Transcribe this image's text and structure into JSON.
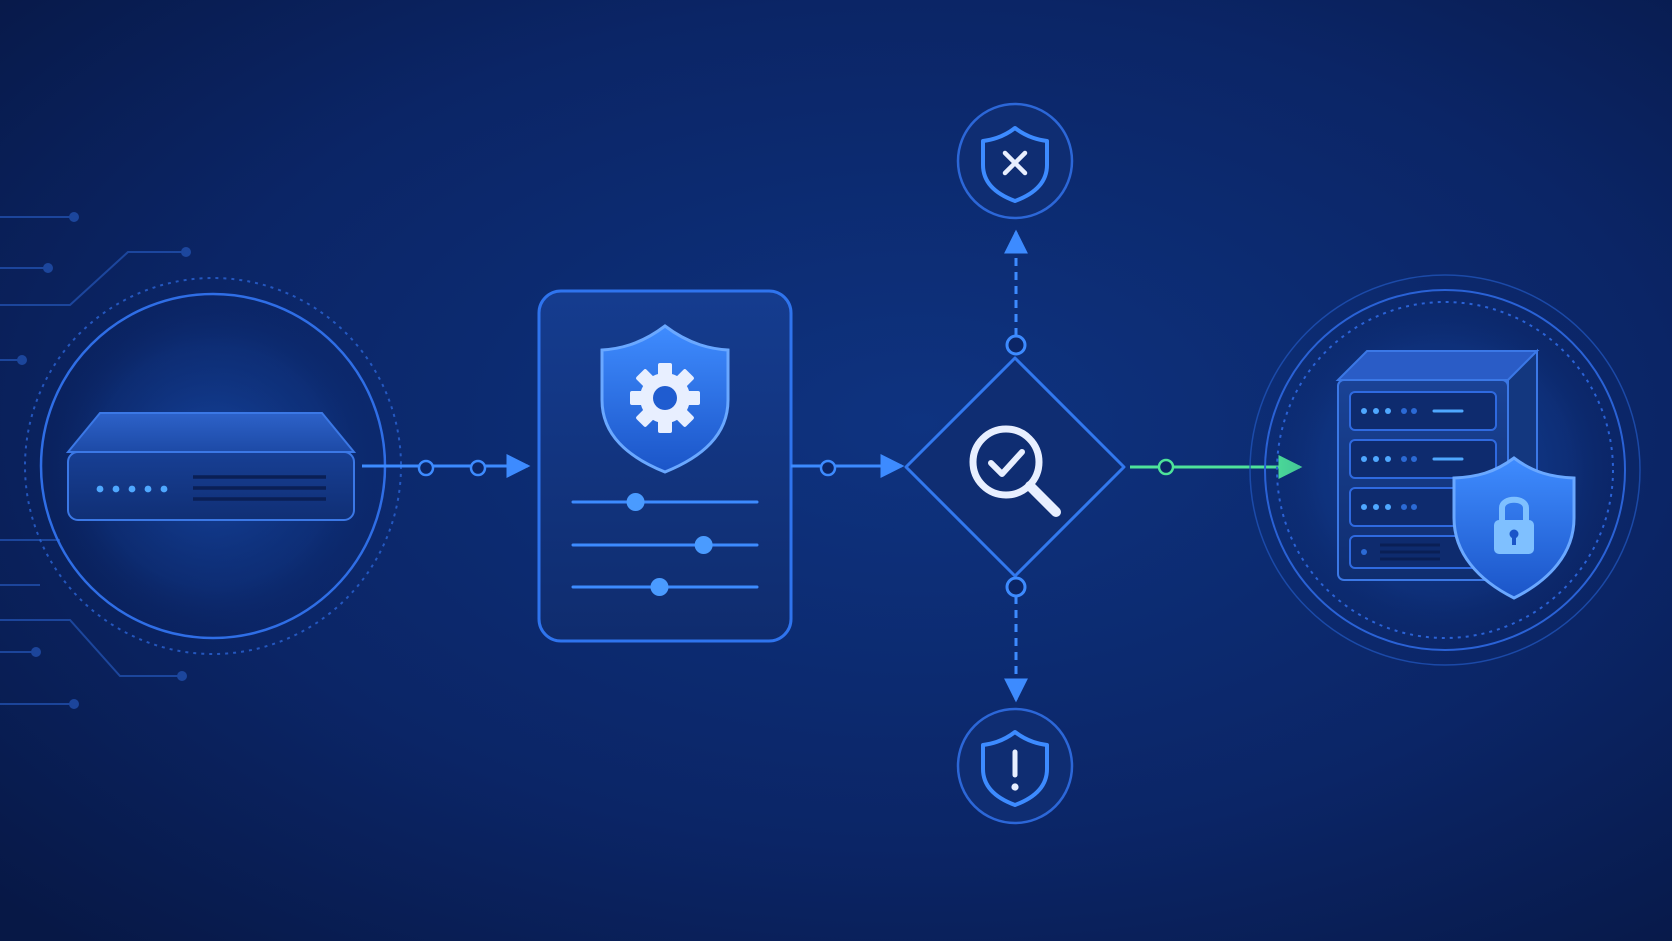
{
  "palette": {
    "bg_center": "#0d3079",
    "bg_edge": "#081a4a",
    "accent": "#3d8bff",
    "accent_soft": "#2a64d6",
    "allow_green": "#4ee39a",
    "icon_white": "#e8efff"
  },
  "nodes": [
    {
      "id": "network-device",
      "icon": "router-icon"
    },
    {
      "id": "policy-config-panel",
      "icon": "shield-gear-icon",
      "controls": [
        {
          "name": "slider-1",
          "level": 0.34
        },
        {
          "name": "slider-2",
          "level": 0.71
        },
        {
          "name": "slider-3",
          "level": 0.47
        }
      ]
    },
    {
      "id": "inspection-decision",
      "icon": "magnifier-check-icon"
    },
    {
      "id": "blocked-outcome",
      "icon": "shield-x-icon"
    },
    {
      "id": "alert-outcome",
      "icon": "shield-exclamation-icon"
    },
    {
      "id": "protected-server",
      "icon": "server-shield-lock-icon"
    }
  ],
  "flows": [
    {
      "from": "network-device",
      "to": "policy-config-panel",
      "style": "solid",
      "color": "accent"
    },
    {
      "from": "policy-config-panel",
      "to": "inspection-decision",
      "style": "solid",
      "color": "accent"
    },
    {
      "from": "inspection-decision",
      "to": "blocked-outcome",
      "style": "dashed",
      "color": "accent"
    },
    {
      "from": "inspection-decision",
      "to": "alert-outcome",
      "style": "dashed",
      "color": "accent"
    },
    {
      "from": "inspection-decision",
      "to": "protected-server",
      "style": "solid",
      "color": "allow_green"
    }
  ]
}
